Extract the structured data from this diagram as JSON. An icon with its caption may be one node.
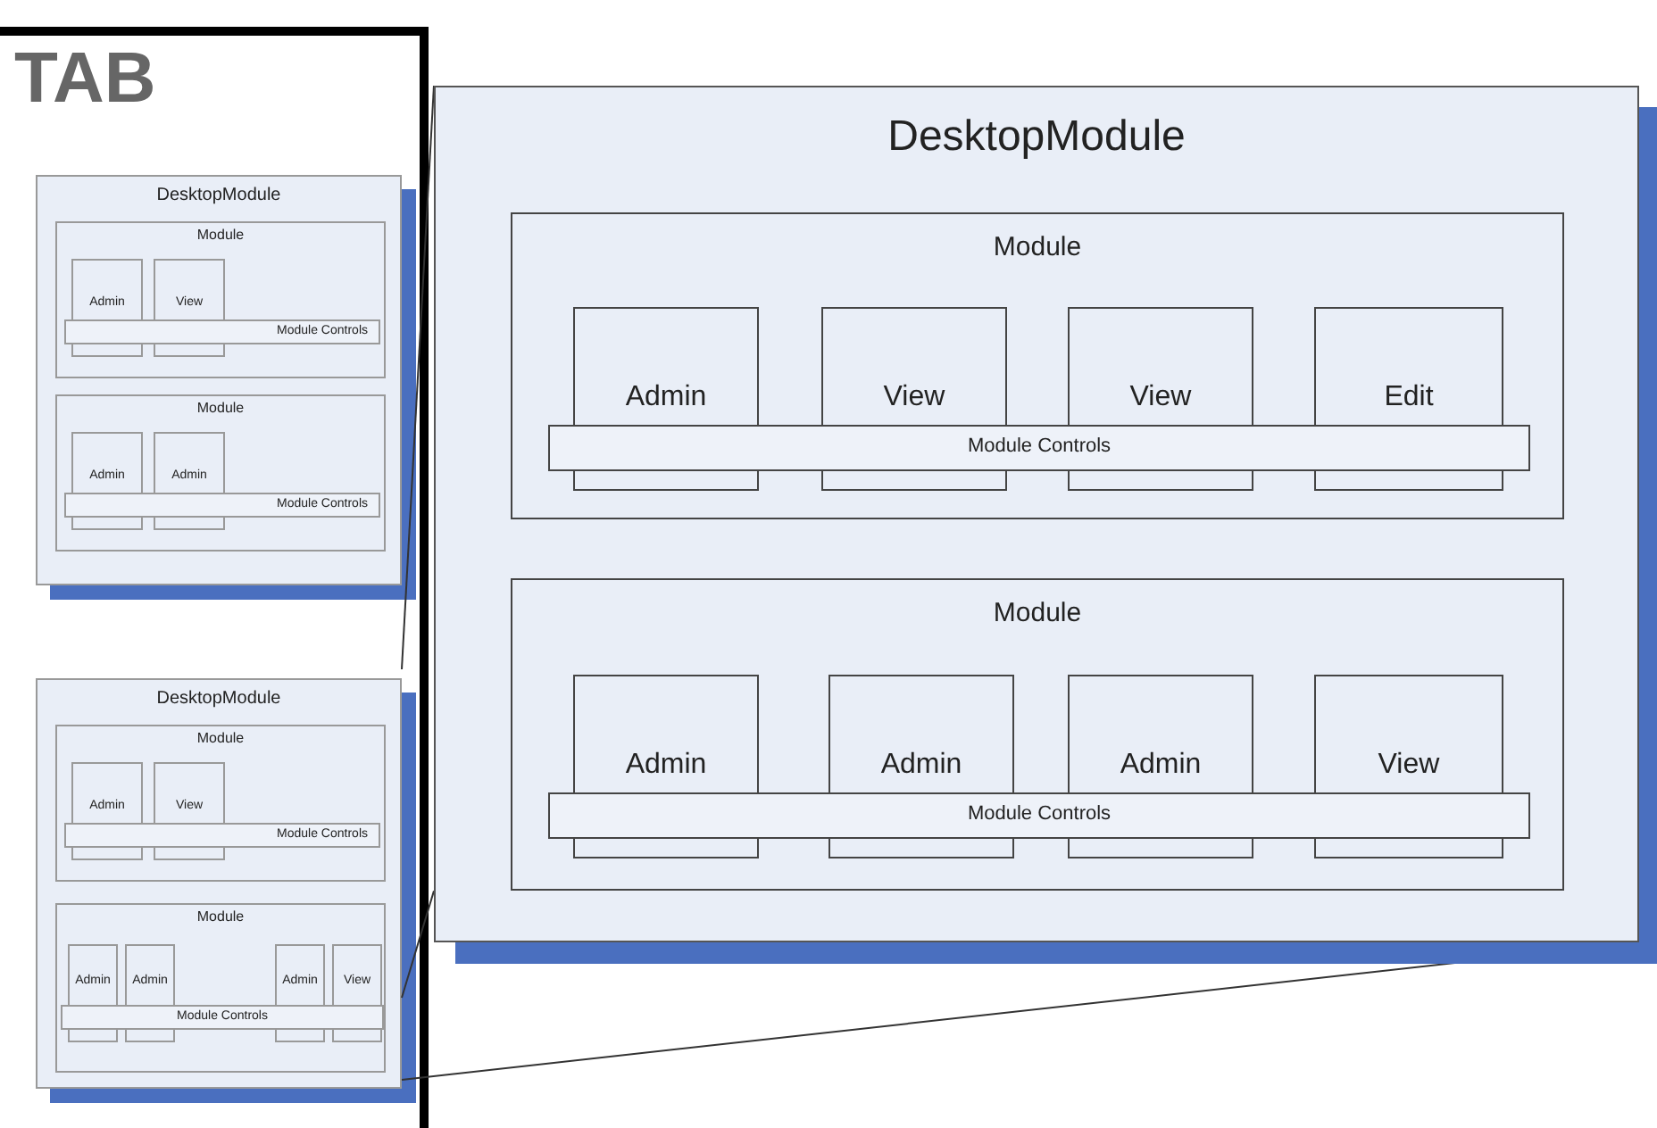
{
  "diagram": {
    "nodes": [
      {
        "text": [
          "TAB"
        ]
      },
      {
        "text": [
          "DesktopModule"
        ],
        "in": 0
      },
      {
        "text": [
          "Module"
        ],
        "in": 1
      },
      {
        "text": [
          "Admin"
        ],
        "in": 2
      },
      {
        "text": [
          "View"
        ],
        "in": 2
      },
      {
        "text": [
          "Module Controls"
        ],
        "in": 2
      },
      {
        "text": [
          "Module"
        ],
        "in": 1
      },
      {
        "text": [
          "Admin"
        ],
        "in": 6
      },
      {
        "text": [
          "Admin"
        ],
        "in": 6
      },
      {
        "text": [
          "Module Controls"
        ],
        "in": 6
      },
      {
        "text": [
          "DesktopModule"
        ],
        "in": 0
      },
      {
        "text": [
          "Module"
        ],
        "in": 10
      },
      {
        "text": [
          "Admin"
        ],
        "in": 11
      },
      {
        "text": [
          "View"
        ],
        "in": 11
      },
      {
        "text": [
          "Module Controls"
        ],
        "in": 11
      },
      {
        "text": [
          "Module"
        ],
        "in": 10
      },
      {
        "text": [
          "Admin"
        ],
        "in": 15
      },
      {
        "text": [
          "Admin"
        ],
        "in": 15
      },
      {
        "text": [
          "Admin"
        ],
        "in": 15
      },
      {
        "text": [
          "View"
        ],
        "in": 15
      },
      {
        "text": [
          "Module Controls"
        ],
        "in": 15
      },
      {
        "text": [
          "DesktopModule"
        ]
      },
      {
        "text": [
          "Module"
        ],
        "in": 21
      },
      {
        "text": [
          "Admin"
        ],
        "in": 22
      },
      {
        "text": [
          "View"
        ],
        "in": 22
      },
      {
        "text": [
          "View"
        ],
        "in": 22
      },
      {
        "text": [
          "Edit"
        ],
        "in": 22
      },
      {
        "text": [
          "Module Controls"
        ],
        "in": 22
      },
      {
        "text": [
          "Module"
        ],
        "in": 21
      },
      {
        "text": [
          "Admin"
        ],
        "in": 28
      },
      {
        "text": [
          "Admin"
        ],
        "in": 28
      },
      {
        "text": [
          "Admin"
        ],
        "in": 28
      },
      {
        "text": [
          "View"
        ],
        "in": 28
      },
      {
        "text": [
          "Module Controls"
        ],
        "in": 28
      }
    ],
    "edges": [
      {
        "from": 10,
        "to": 21,
        "arrow": "none"
      },
      {
        "from": 10,
        "to": 21,
        "arrow": "none"
      },
      {
        "from": 10,
        "to": 21,
        "arrow": "none"
      }
    ]
  }
}
